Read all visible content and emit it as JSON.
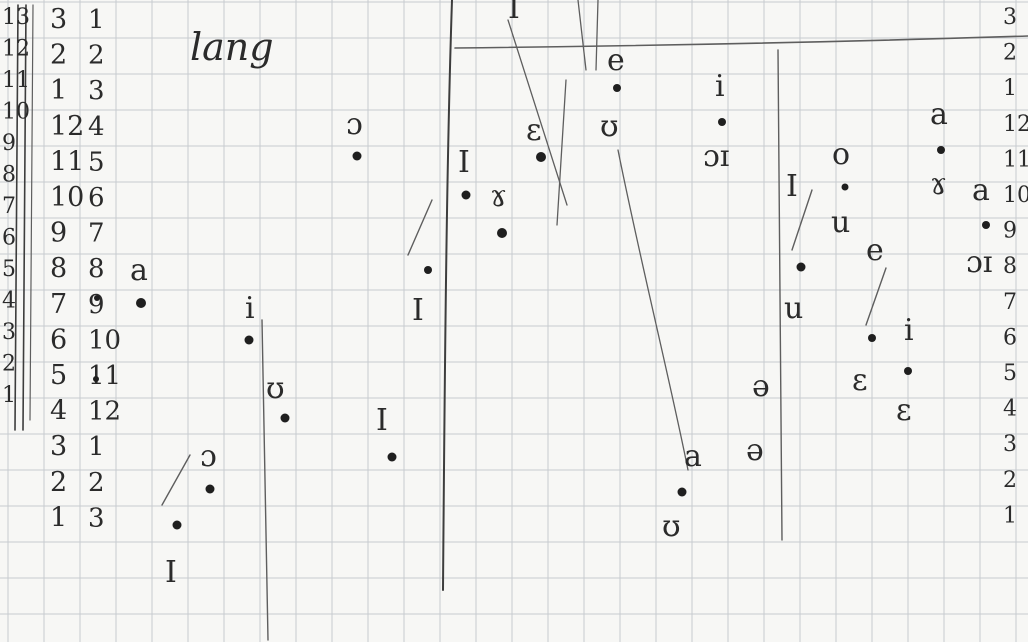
{
  "sheet": {
    "title": "lang",
    "column_outer": [
      "13",
      "12",
      "11",
      "10",
      "9",
      "8",
      "7",
      "6",
      "5",
      "4",
      "3",
      "2",
      "1"
    ],
    "column_a": [
      "3",
      "2",
      "1",
      "12",
      "11",
      "10",
      "9",
      "8",
      "7",
      "6",
      "5",
      "4",
      "3",
      "2",
      "1"
    ],
    "column_b": [
      "1",
      "2",
      "3",
      "4",
      "5",
      "6",
      "7",
      "8",
      "9",
      "10",
      "11",
      "12",
      "1",
      "2",
      "3"
    ],
    "right_column": [
      "3",
      "2",
      "1",
      "12",
      "11",
      "10",
      "9",
      "8",
      "7",
      "6",
      "5",
      "4",
      "3",
      "2",
      "1"
    ],
    "symbols": {
      "a_left": "a",
      "i_left": "i",
      "upsilon_left": "ʊ",
      "open_o_top": "ɔ",
      "open_o_low": "ɔ",
      "cap_i_low": "I",
      "cap_i_mid": "I",
      "cap_i_stem": "I",
      "cap_i_bar": "I",
      "gamma": "ɤ",
      "epsilon_top": "ɛ",
      "e_top": "e",
      "upsilon_top": "ʊ",
      "oi_top": "ɔɪ",
      "i_top": "i",
      "cap_i_right": "I",
      "o_right": "o",
      "u_mid": "u",
      "u_right": "u",
      "a_right": "a",
      "gamma_right": "ɤ",
      "a_far": "a",
      "oi_far": "ɔɪ",
      "e_right": "e",
      "epsilon_right": "ɛ",
      "i_right": "i",
      "epsilon_far": "ɛ",
      "schwa_e": "ə",
      "schwa": "ə",
      "a_low": "a",
      "upsilon_low": "ʊ",
      "cap_i_bottom": "I"
    }
  }
}
